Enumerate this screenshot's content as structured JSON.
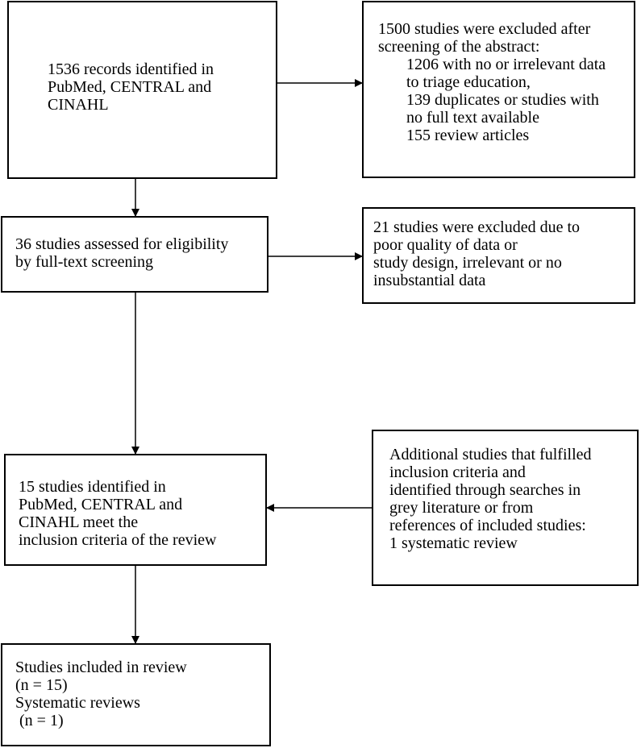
{
  "boxes": {
    "identified": {
      "lines": [
        "1536 records identified in",
        "PubMed, CENTRAL and",
        "CINAHL"
      ]
    },
    "excluded_abstract": {
      "lines": [
        "1500 studies were excluded after",
        "screening of the abstract:"
      ],
      "sub_lines": [
        "1206 with no or irrelevant data",
        "to triage education,",
        "139 duplicates or studies with",
        "no full text available",
        "155 review articles"
      ]
    },
    "assessed": {
      "lines": [
        "36 studies assessed for eligibility",
        "by full-text screening"
      ]
    },
    "excluded_fulltext": {
      "lines": [
        "21 studies were excluded due to",
        "poor quality of data or",
        "study design, irrelevant or no",
        "insubstantial data"
      ]
    },
    "meet_criteria": {
      "lines": [
        "15 studies identified in",
        "PubMed, CENTRAL and",
        "CINAHL meet the",
        "inclusion criteria of the review"
      ]
    },
    "additional": {
      "lines": [
        "Additional studies that fulfilled",
        "inclusion criteria and",
        "identified through searches in",
        "grey literature or from",
        "references of included studies:",
        "1 systematic review"
      ]
    },
    "included": {
      "lines": [
        "Studies included in review",
        "(n = 15)",
        "Systematic reviews",
        " (n = 1)"
      ]
    }
  }
}
